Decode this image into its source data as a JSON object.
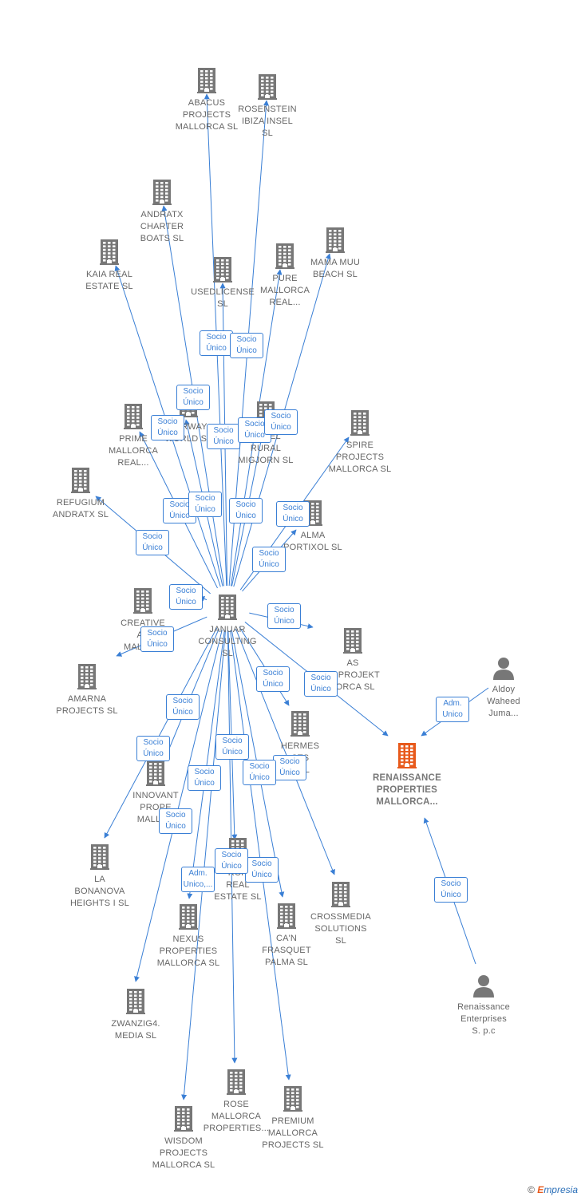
{
  "colors": {
    "edge": "#3a7fd5",
    "node": "#777777",
    "focus": "#e85a1c",
    "label": "#666666"
  },
  "center": "januar",
  "nodes": [
    {
      "id": "abacus",
      "label": "ABACUS\nPROJECTS\nMALLORCA  SL",
      "icon": "building-icon",
      "type": "company"
    },
    {
      "id": "rosenstein",
      "label": "ROSENSTEIN\nIBIZA INSEL\nSL",
      "icon": "building-icon",
      "type": "company"
    },
    {
      "id": "andratx_charter",
      "label": "ANDRATX\nCHARTER\nBOATS  SL",
      "icon": "building-icon",
      "type": "company"
    },
    {
      "id": "kaia",
      "label": "KAIA REAL\nESTATE  SL",
      "icon": "building-icon",
      "type": "company"
    },
    {
      "id": "usedlicense",
      "label": "USEDLICENSE\nSL",
      "icon": "building-icon",
      "type": "company"
    },
    {
      "id": "pure",
      "label": "PURE\nMALLORCA\nREAL...",
      "icon": "building-icon",
      "type": "company"
    },
    {
      "id": "mamamuu",
      "label": "MAMA MUU\nBEACH  SL",
      "icon": "building-icon",
      "type": "company"
    },
    {
      "id": "prime",
      "label": "PRIME\nMALLORCA\nREAL...",
      "icon": "building-icon",
      "type": "company"
    },
    {
      "id": "verway",
      "label": "VERWAY\nWORLD  SL",
      "icon": "building-icon",
      "type": "company"
    },
    {
      "id": "hotel",
      "label": "HOTEL\nRURAL\nMIGJORN  SL",
      "icon": "building-icon",
      "type": "company"
    },
    {
      "id": "spire",
      "label": "SPIRE\nPROJECTS\nMALLORCA  SL",
      "icon": "building-icon",
      "type": "company"
    },
    {
      "id": "refugium",
      "label": "REFUGIUM\nANDRATX  SL",
      "icon": "building-icon",
      "type": "company"
    },
    {
      "id": "alma",
      "label": "ALMA\nPORTIXOL  SL",
      "icon": "building-icon",
      "type": "company"
    },
    {
      "id": "creative",
      "label": "CREATIVE\nAX\nMALLO...",
      "icon": "building-icon",
      "type": "company"
    },
    {
      "id": "januar",
      "label": "JANUAR\nCONSULTING\nSL",
      "icon": "building-icon",
      "type": "company"
    },
    {
      "id": "as_arprojekt",
      "label": "AS\nARPROJEKT\nLORCA  SL",
      "icon": "building-icon",
      "type": "company"
    },
    {
      "id": "aldoy",
      "label": "Aldoy\nWaheed\nJuma...",
      "icon": "person-icon",
      "type": "person"
    },
    {
      "id": "amarna",
      "label": "AMARNA\nPROJECTS  SL",
      "icon": "building-icon",
      "type": "company"
    },
    {
      "id": "hermes",
      "label": "HERMES\nCTS\nA  SL",
      "icon": "building-icon",
      "type": "company"
    },
    {
      "id": "renaissance",
      "label": "RENAISSANCE\nPROPERTIES\nMALLORCA...",
      "icon": "building-icon",
      "type": "focus"
    },
    {
      "id": "innovant",
      "label": "INNOVANT\nPROPE\nMALLOR",
      "icon": "building-icon",
      "type": "company"
    },
    {
      "id": "bonanova",
      "label": "LA\nBONANOVA\nHEIGHTS I  SL",
      "icon": "building-icon",
      "type": "company"
    },
    {
      "id": "march",
      "label": "RCH\nREAL\nESTATE  SL",
      "icon": "building-icon",
      "type": "company"
    },
    {
      "id": "nexus",
      "label": "NEXUS\nPROPERTIES\nMALLORCA  SL",
      "icon": "building-icon",
      "type": "company"
    },
    {
      "id": "canfrasquet",
      "label": "CA'N\nFRASQUET\nPALMA  SL",
      "icon": "building-icon",
      "type": "company"
    },
    {
      "id": "crossmedia",
      "label": "CROSSMEDIA\nSOLUTIONS\nSL",
      "icon": "building-icon",
      "type": "company"
    },
    {
      "id": "renaissance_ent",
      "label": "Renaissance\nEnterprises\nS. p.c",
      "icon": "person-icon",
      "type": "person"
    },
    {
      "id": "zwanzig",
      "label": "ZWANZIG4.\nMEDIA  SL",
      "icon": "building-icon",
      "type": "company"
    },
    {
      "id": "rose",
      "label": "ROSE\nMALLORCA\nPROPERTIES...",
      "icon": "building-icon",
      "type": "company"
    },
    {
      "id": "premium",
      "label": "PREMIUM\nMALLORCA\nPROJECTS  SL",
      "icon": "building-icon",
      "type": "company"
    },
    {
      "id": "wisdom",
      "label": "WISDOM\nPROJECTS\nMALLORCA  SL",
      "icon": "building-icon",
      "type": "company"
    }
  ],
  "edges": [
    {
      "from": "januar",
      "to": "abacus",
      "label": "Socio\nÚnico"
    },
    {
      "from": "januar",
      "to": "rosenstein",
      "label": "Socio\nÚnico"
    },
    {
      "from": "januar",
      "to": "andratx_charter",
      "label": "Socio\nÚnico"
    },
    {
      "from": "januar",
      "to": "kaia",
      "label": "Socio\nÚnico"
    },
    {
      "from": "januar",
      "to": "usedlicense",
      "label": "Socio\nÚnico"
    },
    {
      "from": "januar",
      "to": "pure",
      "label": "Socio\nÚnico"
    },
    {
      "from": "januar",
      "to": "mamamuu",
      "label": "Socio\nÚnico"
    },
    {
      "from": "januar",
      "to": "prime",
      "label": "Socio\nÚnico"
    },
    {
      "from": "januar",
      "to": "verway",
      "label": "Socio\nÚnico"
    },
    {
      "from": "januar",
      "to": "hotel",
      "label": "Socio\nÚnico"
    },
    {
      "from": "januar",
      "to": "spire",
      "label": "Socio\nÚnico"
    },
    {
      "from": "januar",
      "to": "refugium",
      "label": "Socio\nÚnico"
    },
    {
      "from": "januar",
      "to": "alma",
      "label": "Socio\nÚnico"
    },
    {
      "from": "januar",
      "to": "creative",
      "label": "Socio\nÚnico"
    },
    {
      "from": "januar",
      "to": "as_arprojekt",
      "label": "Socio\nÚnico"
    },
    {
      "from": "januar",
      "to": "amarna",
      "label": "Socio\nÚnico"
    },
    {
      "from": "januar",
      "to": "hermes",
      "label": "Socio\nÚnico"
    },
    {
      "from": "januar",
      "to": "renaissance",
      "label": "Socio\nÚnico"
    },
    {
      "from": "januar",
      "to": "innovant",
      "label": "Socio\nÚnico"
    },
    {
      "from": "januar",
      "to": "bonanova",
      "label": "Socio\nÚnico"
    },
    {
      "from": "januar",
      "to": "march",
      "label": "Socio\nÚnico"
    },
    {
      "from": "januar",
      "to": "nexus",
      "label": "Adm.\nUnico,..."
    },
    {
      "from": "januar",
      "to": "canfrasquet",
      "label": "Socio\nÚnico"
    },
    {
      "from": "januar",
      "to": "crossmedia",
      "label": "Socio\nÚnico"
    },
    {
      "from": "januar",
      "to": "zwanzig",
      "label": "Socio\nÚnico"
    },
    {
      "from": "januar",
      "to": "rose",
      "label": "Socio\nÚnico"
    },
    {
      "from": "januar",
      "to": "premium",
      "label": "Socio\nÚnico"
    },
    {
      "from": "januar",
      "to": "wisdom",
      "label": "Socio\nÚnico"
    },
    {
      "from": "aldoy",
      "to": "renaissance",
      "label": "Adm.\nUnico"
    },
    {
      "from": "renaissance_ent",
      "to": "renaissance",
      "label": "Socio\nÚnico"
    }
  ],
  "footer": {
    "copyright": "©",
    "brand_e": "E",
    "brand_rest": "mpresia"
  }
}
